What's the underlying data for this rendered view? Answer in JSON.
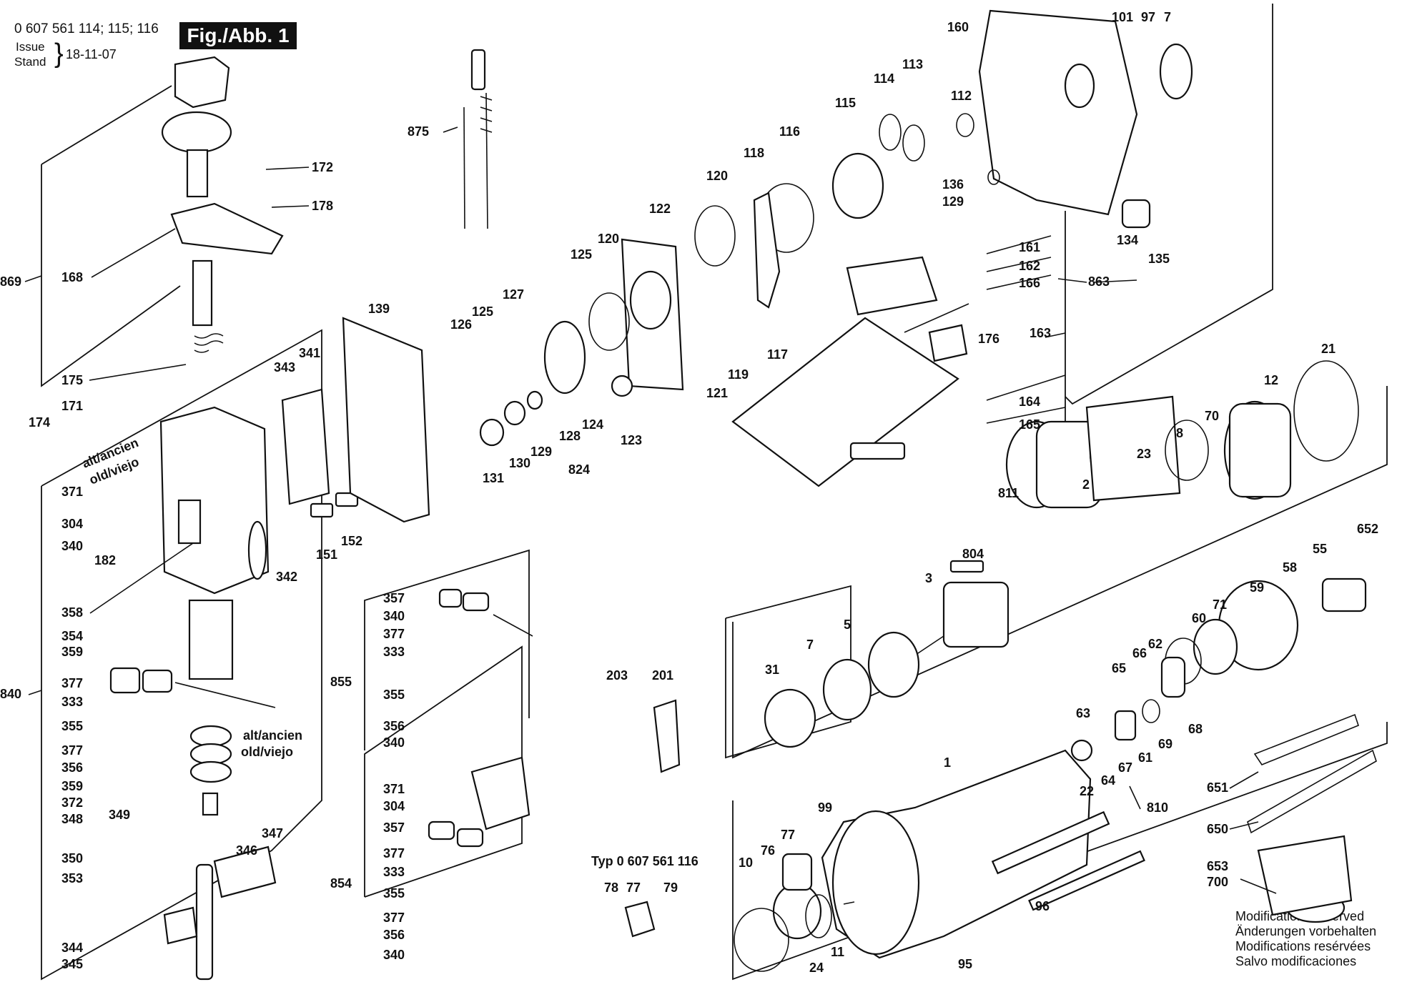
{
  "header": {
    "part_numbers": "0 607 561 114; 115; 116",
    "figure": "Fig./Abb. 1",
    "issue_label": "Issue",
    "stand_label": "Stand",
    "issue_date": "18-11-07"
  },
  "notes": [
    "Modifications reserved",
    "Änderungen vorbehalten",
    "Modifications resérvées",
    "Salvo modificaciones"
  ],
  "variant": {
    "typ_label": "Typ 0 607 561 116"
  },
  "callouts": [
    "869",
    "168",
    "172",
    "178",
    "175",
    "171",
    "174",
    "343",
    "341",
    "371",
    "304",
    "340",
    "182",
    "358",
    "354",
    "359",
    "840",
    "377",
    "333",
    "355",
    "356",
    "372",
    "348",
    "349",
    "350",
    "353",
    "347",
    "346",
    "344",
    "345",
    "alt/ancien",
    "old/viejo",
    "875",
    "139",
    "126",
    "125",
    "127",
    "120",
    "125",
    "122",
    "131",
    "130",
    "129",
    "128",
    "124",
    "824",
    "123",
    "342",
    "151",
    "152",
    "855",
    "357",
    "854",
    "203",
    "201",
    "78",
    "77",
    "79",
    "118",
    "116",
    "120",
    "121",
    "119",
    "117",
    "115",
    "114",
    "113",
    "112",
    "160",
    "101",
    "97",
    "7",
    "136",
    "129",
    "134",
    "135",
    "161",
    "162",
    "166",
    "863",
    "176",
    "163",
    "164",
    "165",
    "21",
    "12",
    "8",
    "70",
    "23",
    "2",
    "811",
    "804",
    "3",
    "5",
    "7",
    "31",
    "652",
    "55",
    "58",
    "59",
    "71",
    "60",
    "62",
    "66",
    "65",
    "63",
    "22",
    "64",
    "67",
    "61",
    "69",
    "68",
    "810",
    "1",
    "99",
    "77",
    "76",
    "10",
    "24",
    "11",
    "95",
    "96",
    "651",
    "650",
    "653",
    "700"
  ]
}
